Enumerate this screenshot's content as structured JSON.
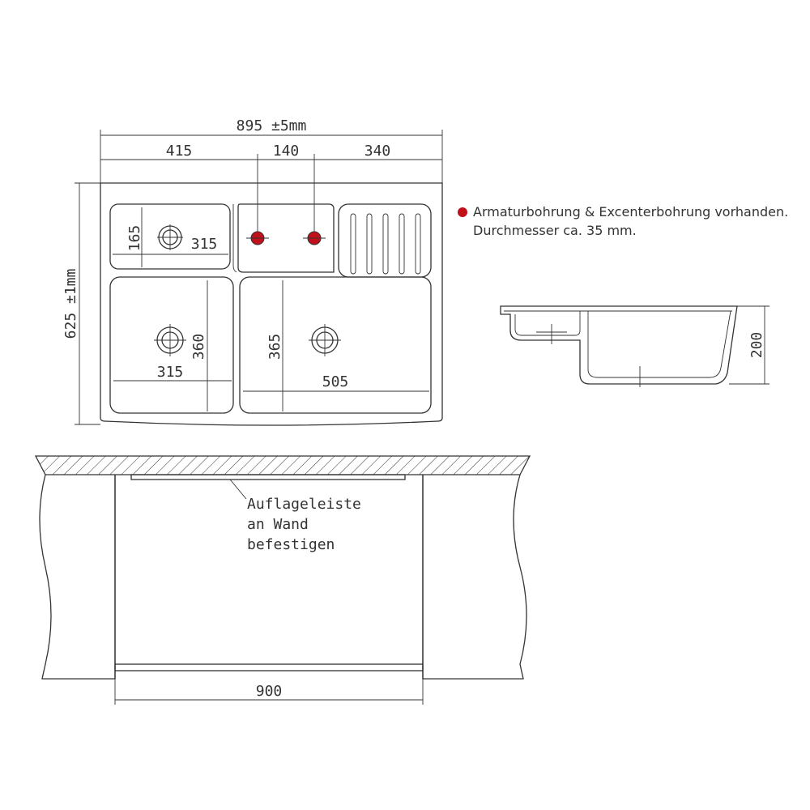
{
  "dimensions": {
    "overall_width": "895 ±5mm",
    "left_section": "415",
    "middle_section": "140",
    "right_section": "340",
    "overall_depth": "625 ±1mm",
    "small_bowl_depth": "165",
    "small_bowl_width": "315",
    "left_bowl_width": "315",
    "left_bowl_depth": "360",
    "main_bowl_depth": "365",
    "main_bowl_width": "505",
    "bowl_height": "200",
    "cabinet_width": "900"
  },
  "legend": {
    "line1": "Armaturbohrung & Excenterbohrung vorhanden.",
    "line2": "Durchmesser ca. 35 mm.",
    "marker_color": "#c0101a"
  },
  "mounting_note": {
    "line1": "Auflageleiste",
    "line2": "an Wand",
    "line3": "befestigen"
  }
}
